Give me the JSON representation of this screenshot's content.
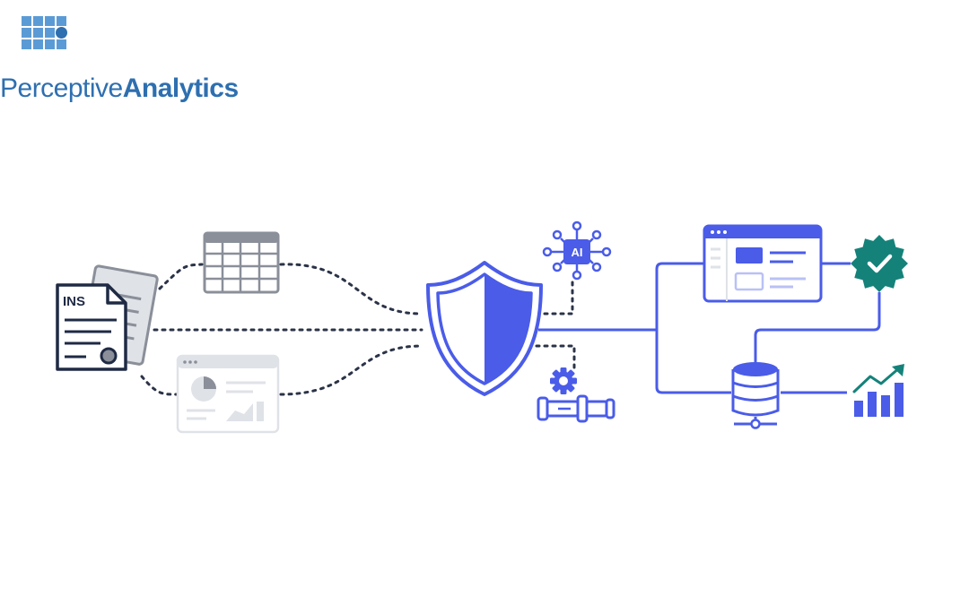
{
  "logo": {
    "word_light": "Perceptive",
    "word_bold": "Analytics",
    "color_text": "#2e6fb0",
    "color_blocks": "#5b9bd5",
    "color_blocks_dark": "#2e6fb0"
  },
  "diagram": {
    "document_badge": "INS",
    "ai_chip_label": "AI",
    "colors": {
      "navy": "#1f2a44",
      "gray": "#8a8f99",
      "light_gray": "#dfe2e7",
      "blue": "#4a5ce8",
      "blue_light": "#b9c1f5",
      "teal": "#15827a",
      "dotted": "#2b3347"
    }
  }
}
